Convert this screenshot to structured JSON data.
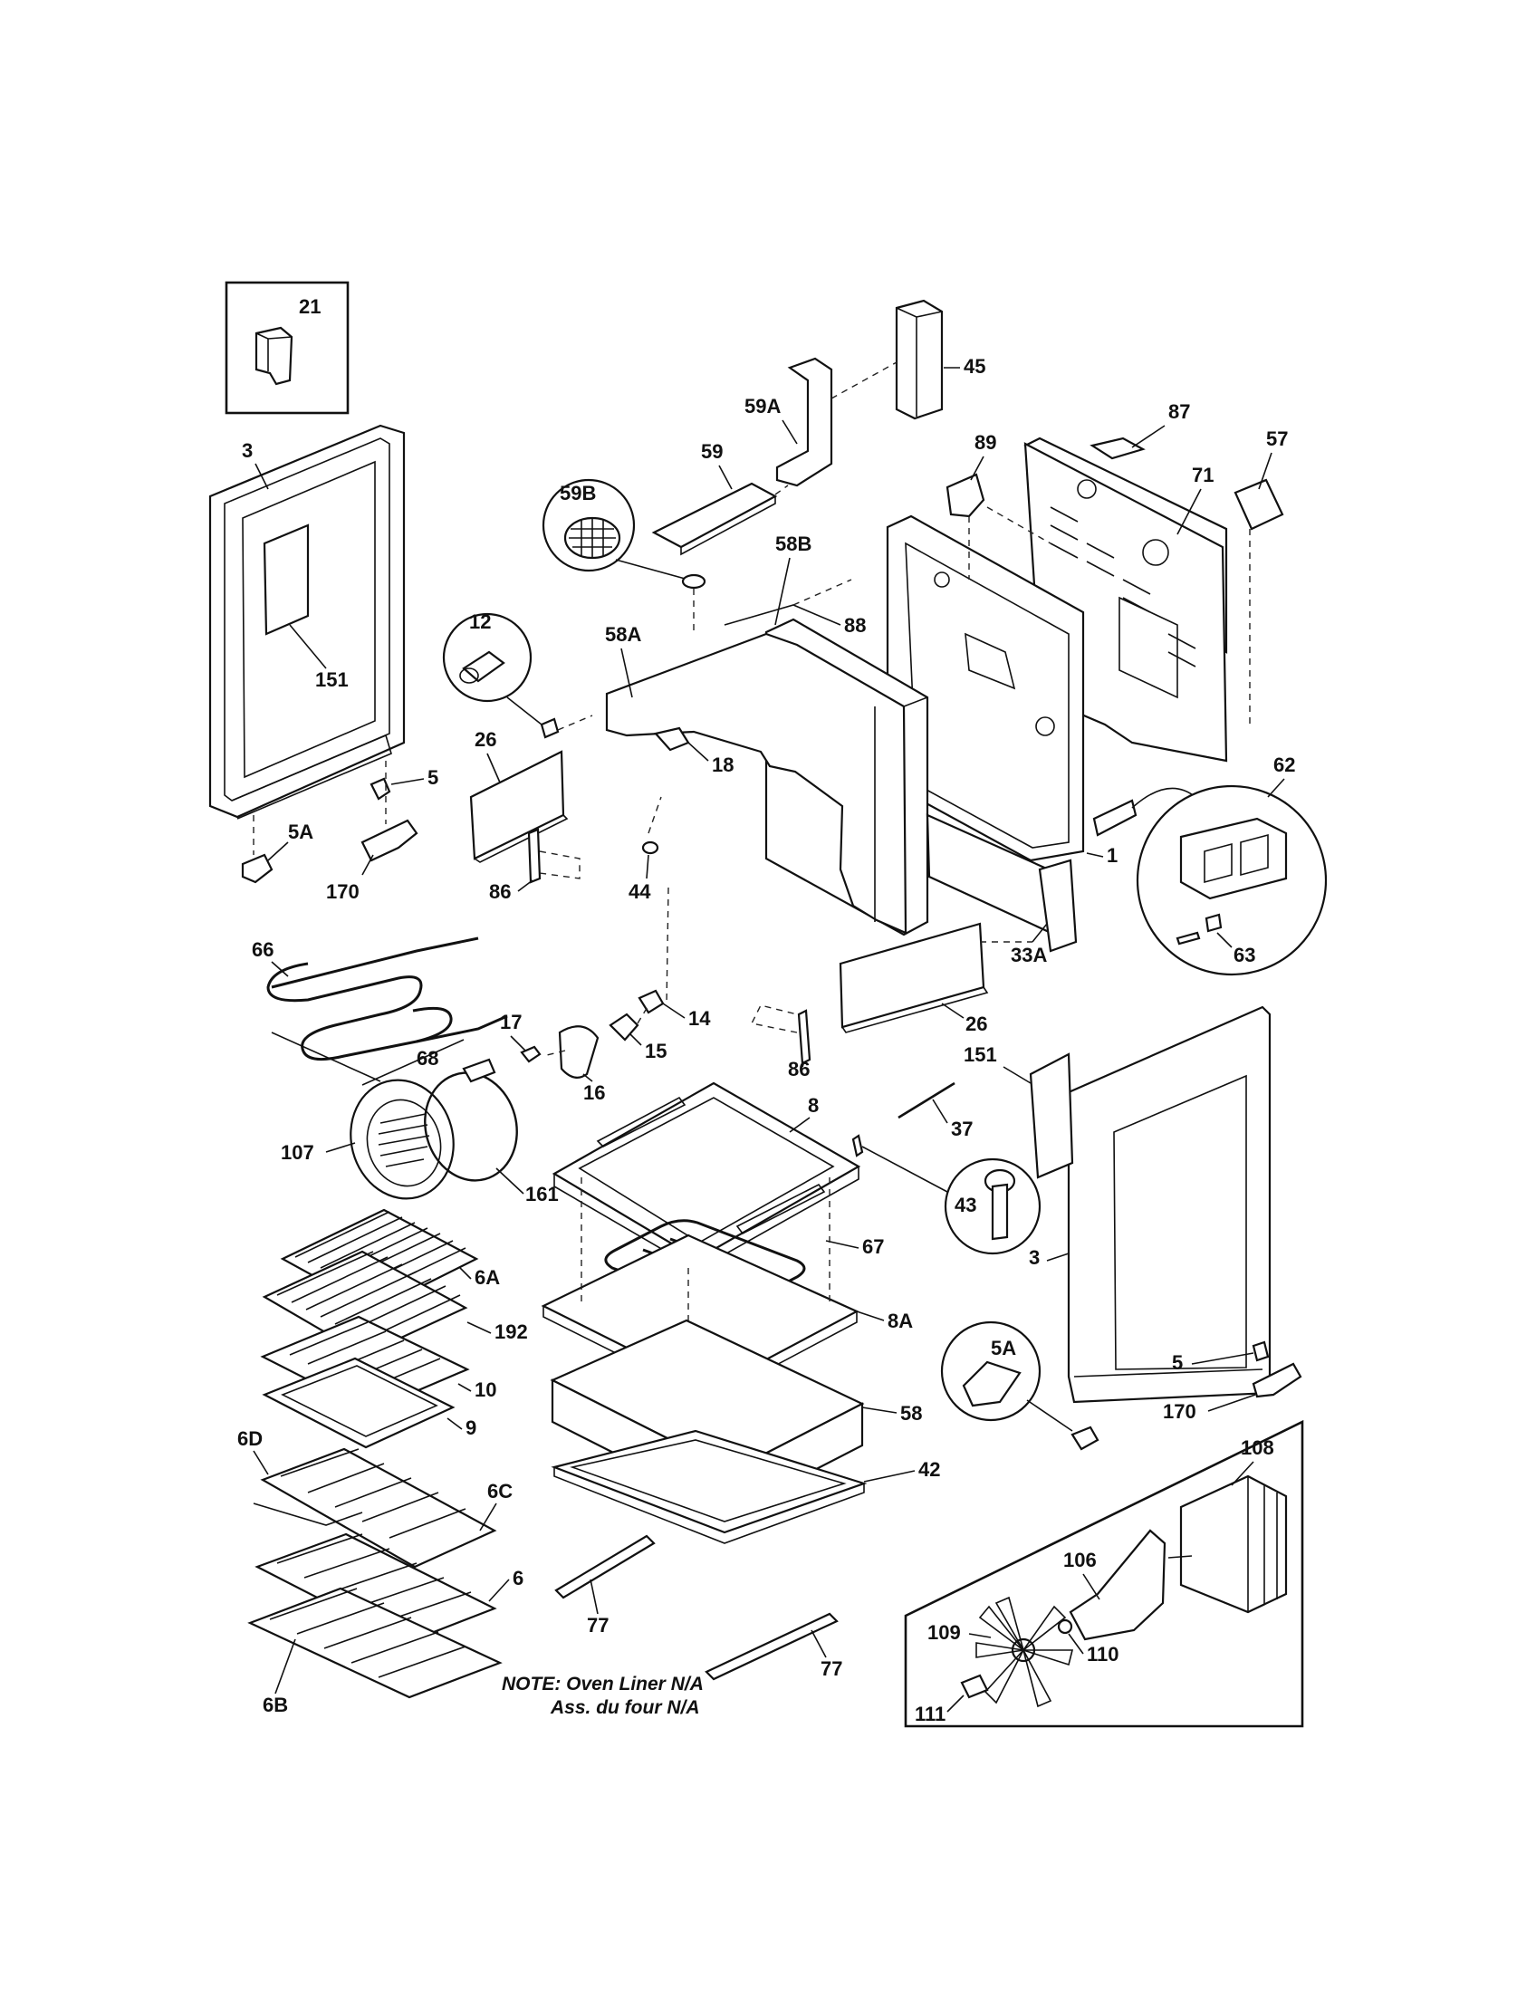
{
  "diagram": {
    "callouts": {
      "c21": "21",
      "c3_left": "3",
      "c151_left": "151",
      "c5_left": "5",
      "c5A_left": "5A",
      "c170_left": "170",
      "c59B": "59B",
      "c59A": "59A",
      "c59": "59",
      "c45": "45",
      "c89": "89",
      "c87": "87",
      "c57": "57",
      "c71": "71",
      "c58B": "58B",
      "c88": "88",
      "c12": "12",
      "c58A": "58A",
      "c18": "18",
      "c26_left": "26",
      "c86_left": "86",
      "c44": "44",
      "c1": "1",
      "c62": "62",
      "c63": "63",
      "c33A": "33A",
      "c26_right": "26",
      "c66": "66",
      "c68": "68",
      "c17": "17",
      "c14": "14",
      "c15": "15",
      "c16": "16",
      "c86_center": "86",
      "c151_right": "151",
      "c37": "37",
      "c107": "107",
      "c161": "161",
      "c8": "8",
      "c43": "43",
      "c3_right": "3",
      "c6A": "6A",
      "c192": "192",
      "c67": "67",
      "c8A": "8A",
      "c10": "10",
      "c9": "9",
      "c5A_right": "5A",
      "c5_right": "5",
      "c58": "58",
      "c170_right": "170",
      "c42": "42",
      "c108": "108",
      "c6D": "6D",
      "c6C": "6C",
      "c6": "6",
      "c106": "106",
      "c77_left": "77",
      "c109": "109",
      "c110": "110",
      "c77_right": "77",
      "c6B": "6B",
      "c111": "111"
    },
    "notes": {
      "line1": "NOTE: Oven Liner N/A",
      "line2": "Ass. du four N/A"
    }
  }
}
